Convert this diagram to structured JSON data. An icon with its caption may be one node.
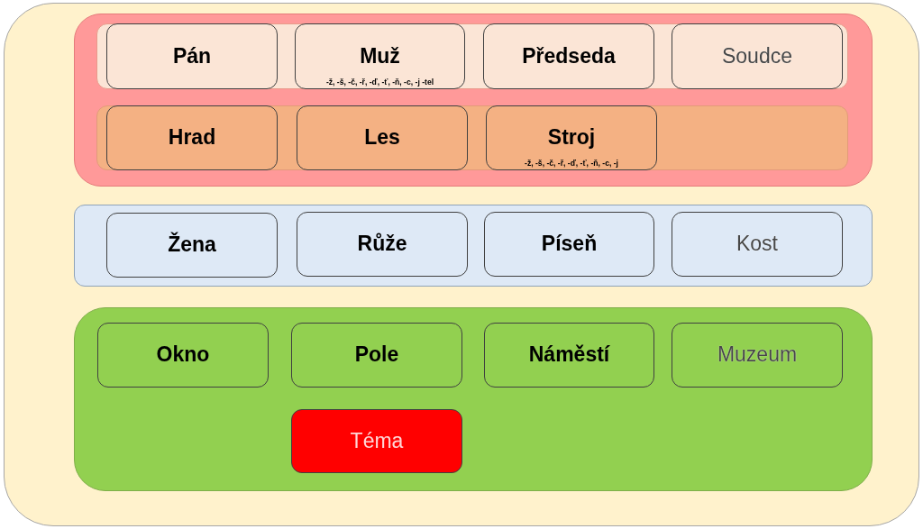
{
  "diagram": {
    "nodes": [
      {
        "text": [],
        "shape": "box"
      },
      {
        "text": [],
        "shape": "box",
        "in": 0
      },
      {
        "text": [],
        "shape": "box",
        "in": 1
      },
      {
        "text": [
          "Pán"
        ],
        "in": 2
      },
      {
        "text": [
          "Muž",
          "-ž, -š, -č, -ř, -ď, -ť, -ň, -c, -j -tel"
        ],
        "in": 2
      },
      {
        "text": [
          "Předseda"
        ],
        "in": 2
      },
      {
        "text": [
          "Soudce"
        ],
        "in": 2
      },
      {
        "text": [],
        "shape": "box",
        "in": 1
      },
      {
        "text": [
          "Hrad"
        ],
        "in": 7
      },
      {
        "text": [
          "Les"
        ],
        "in": 7
      },
      {
        "text": [
          "Stroj",
          "-ž, -š, -č, -ř, -ď, -ť, -ň, -c, -j"
        ],
        "in": 7
      },
      {
        "text": [],
        "shape": "box",
        "in": 0
      },
      {
        "text": [
          "Žena"
        ],
        "in": 11
      },
      {
        "text": [
          "Růže"
        ],
        "in": 11
      },
      {
        "text": [
          "Píseň"
        ],
        "in": 11
      },
      {
        "text": [
          "Kost"
        ],
        "in": 11
      },
      {
        "text": [],
        "shape": "box",
        "in": 0
      },
      {
        "text": [
          "Okno"
        ],
        "in": 16
      },
      {
        "text": [
          "Pole"
        ],
        "in": 16
      },
      {
        "text": [
          "Náměstí"
        ],
        "in": 16
      },
      {
        "text": [
          "Muzeum"
        ],
        "in": 16
      },
      {
        "text": [
          "Téma"
        ],
        "in": 16
      }
    ]
  }
}
